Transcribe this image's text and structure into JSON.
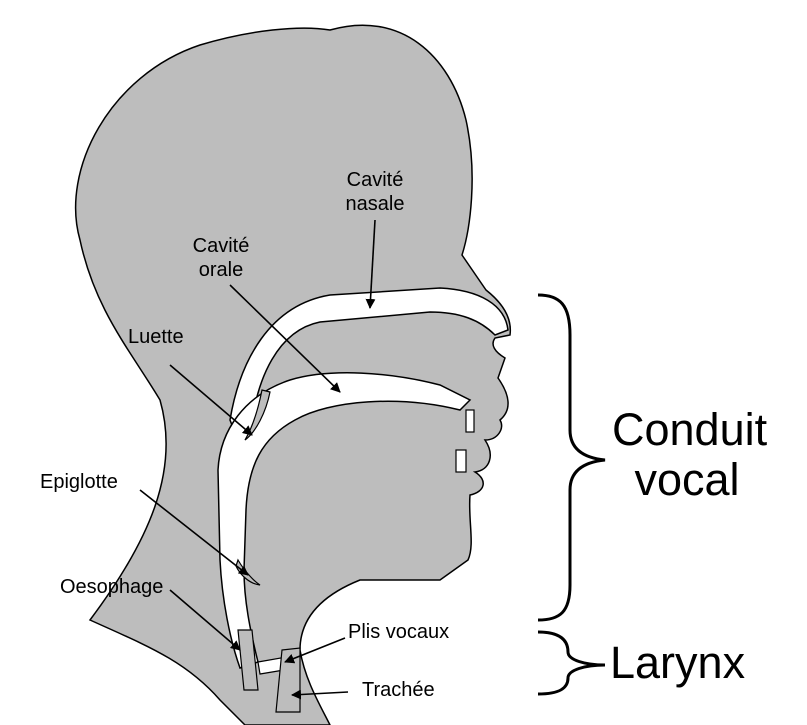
{
  "labels": {
    "cavite_nasale": [
      "Cavité",
      "nasale"
    ],
    "cavite_orale": [
      "Cavité",
      "orale"
    ],
    "luette": "Luette",
    "epiglotte": "Epiglotte",
    "oesophage": "Oesophage",
    "plis_vocaux": "Plis vocaux",
    "trachee": "Trachée",
    "conduit_vocal": [
      "Conduit",
      "vocal"
    ],
    "larynx": "Larynx"
  },
  "colors": {
    "tissue": "#bdbdbd",
    "outline": "#000000",
    "cavity": "#ffffff",
    "background": "#ffffff"
  }
}
